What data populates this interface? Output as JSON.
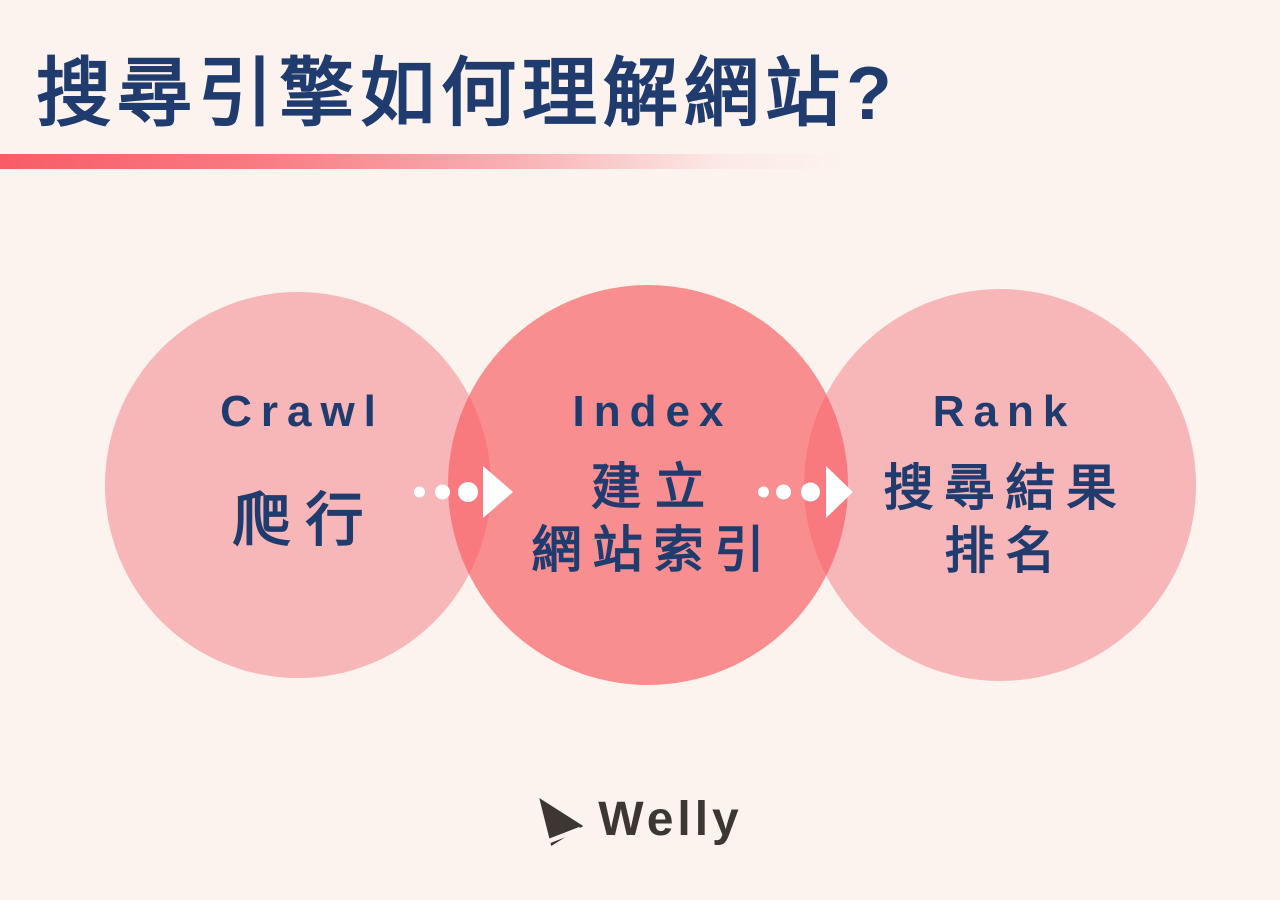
{
  "title": "搜尋引擎如何理解網站?",
  "diagram": {
    "steps": [
      {
        "key": "crawl",
        "en": "Crawl",
        "lines": [
          "爬行"
        ]
      },
      {
        "key": "index",
        "en": "Index",
        "lines": [
          "建立",
          "網站索引"
        ]
      },
      {
        "key": "rank",
        "en": "Rank",
        "lines": [
          "搜尋結果",
          "排名"
        ]
      }
    ],
    "arrow_icon": "dotted-right-arrow"
  },
  "footer": {
    "brand": "Welly",
    "icon": "paper-plane-icon"
  },
  "colors": {
    "background": "#fcf3ee",
    "title_text": "#203c6f",
    "accent_line_red": "#f85c66",
    "circle_pink": "#f7b6b8",
    "circle_red": "#f98e91",
    "circle_overlap_red": "#f77a7f",
    "arrow_white": "#ffffff",
    "logo_text": "#3d3733"
  }
}
